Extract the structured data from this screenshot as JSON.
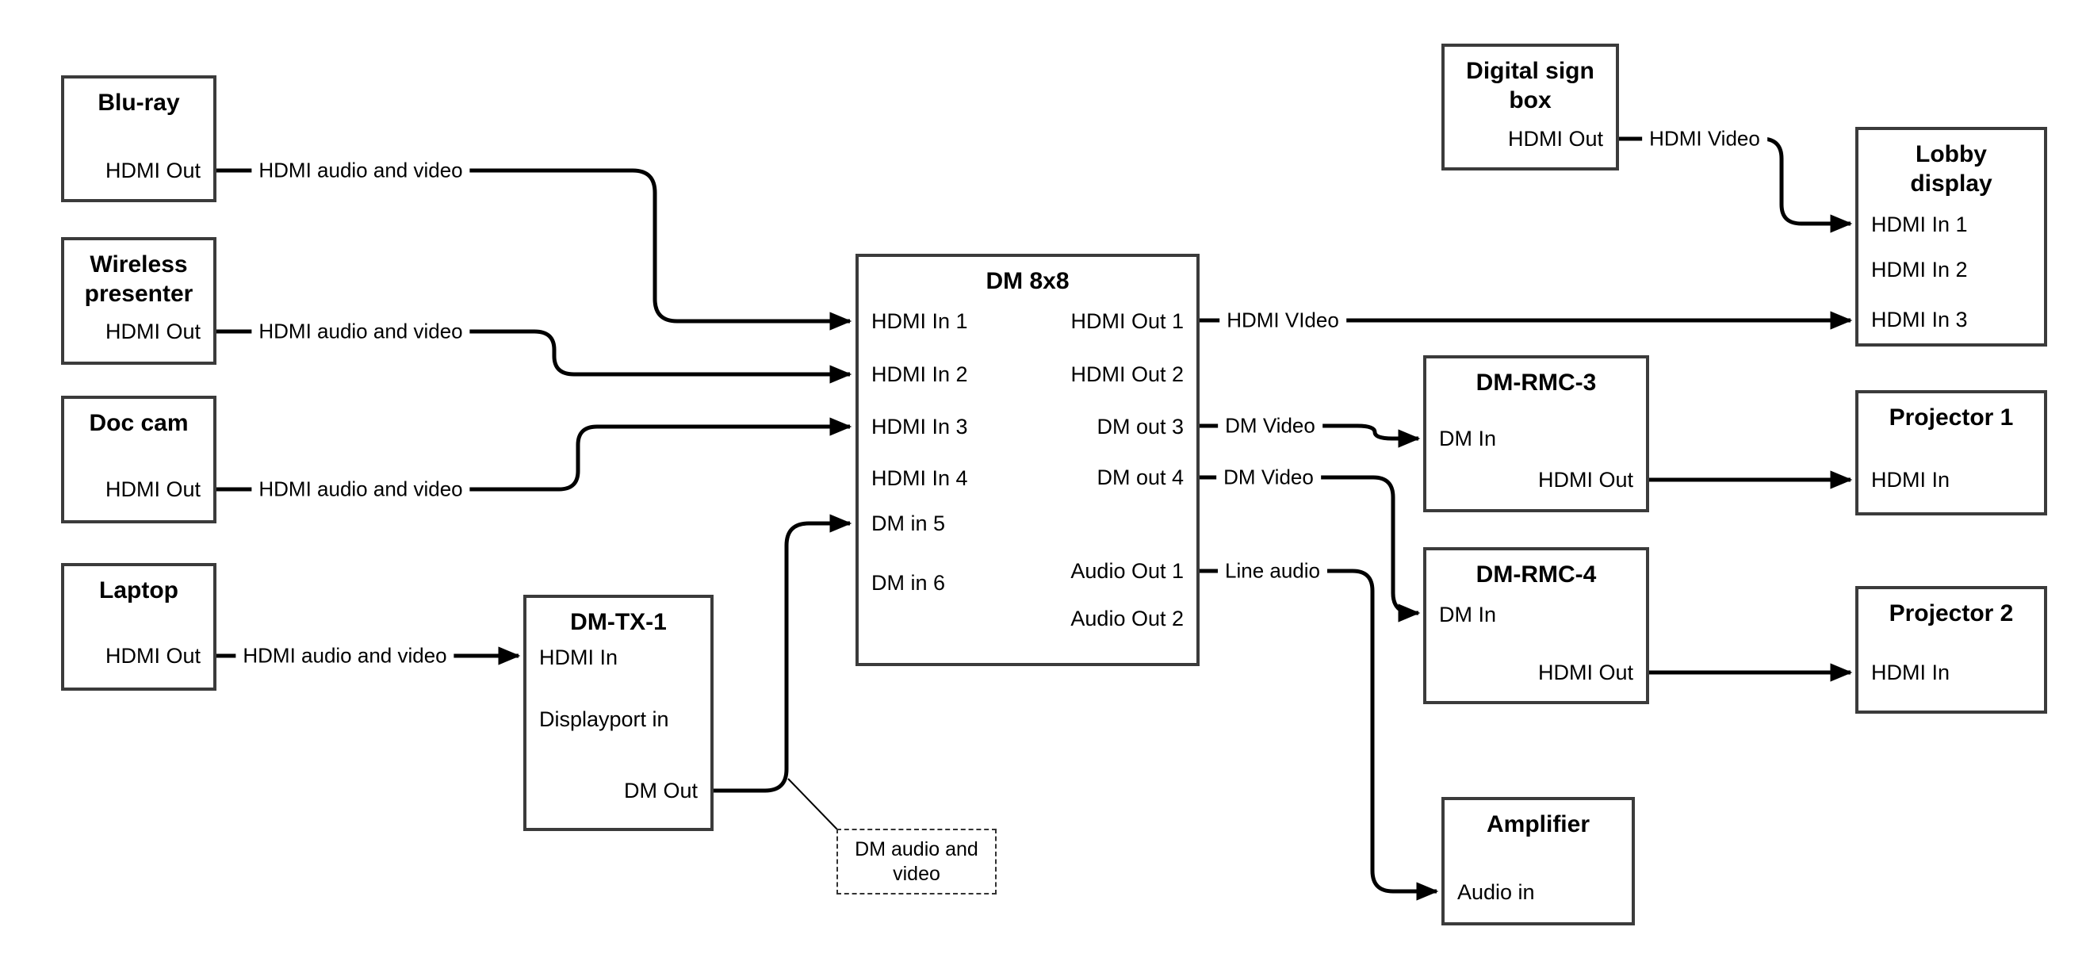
{
  "colors": {
    "background": "#ffffff",
    "wire": "#000000",
    "box_border": "#3b3b3b",
    "text": "#000000"
  },
  "nodes": {
    "bluray": {
      "title": "Blu-ray",
      "ports": {
        "hdmi_out": "HDMI Out"
      }
    },
    "wireless_presenter": {
      "title": "Wireless\npresenter",
      "ports": {
        "hdmi_out": "HDMI Out"
      }
    },
    "doc_cam": {
      "title": "Doc cam",
      "ports": {
        "hdmi_out": "HDMI Out"
      }
    },
    "laptop": {
      "title": "Laptop",
      "ports": {
        "hdmi_out": "HDMI Out"
      }
    },
    "dm_tx_1": {
      "title": "DM-TX-1",
      "ports": {
        "hdmi_in": "HDMI In",
        "displayport_in": "Displayport in",
        "dm_out": "DM Out"
      }
    },
    "dm_8x8": {
      "title": "DM 8x8",
      "ports_left": [
        "HDMI In 1",
        "HDMI In 2",
        "HDMI In 3",
        "HDMI In 4",
        "DM in 5",
        "DM in 6"
      ],
      "ports_right": [
        "HDMI Out 1",
        "HDMI Out 2",
        "DM out 3",
        "DM out 4",
        "Audio Out 1",
        "Audio Out 2"
      ]
    },
    "digital_sign_box": {
      "title": "Digital sign\nbox",
      "ports": {
        "hdmi_out": "HDMI Out"
      }
    },
    "lobby_display": {
      "title": "Lobby\ndisplay",
      "ports_left": [
        "HDMI In 1",
        "HDMI In 2",
        "HDMI In 3"
      ]
    },
    "dm_rmc_3": {
      "title": "DM-RMC-3",
      "ports": {
        "dm_in": "DM In",
        "hdmi_out": "HDMI Out"
      }
    },
    "dm_rmc_4": {
      "title": "DM-RMC-4",
      "ports": {
        "dm_in": "DM In",
        "hdmi_out": "HDMI Out"
      }
    },
    "projector_1": {
      "title": "Projector 1",
      "ports": {
        "hdmi_in": "HDMI In"
      }
    },
    "projector_2": {
      "title": "Projector 2",
      "ports": {
        "hdmi_in": "HDMI In"
      }
    },
    "amplifier": {
      "title": "Amplifier",
      "ports": {
        "audio_in": "Audio in"
      }
    }
  },
  "wire_labels": {
    "bluray_to_dm8x8": "HDMI audio and video",
    "wireless_to_dm8x8": "HDMI audio and video",
    "doccam_to_dm8x8": "HDMI audio and video",
    "laptop_to_dmtx1": "HDMI audio and video",
    "hdmiout1_to_lobby": "HDMI VIdeo",
    "sign_to_lobby": "HDMI Video",
    "dmout3_to_rmc3": "DM Video",
    "dmout4_to_rmc4": "DM Video",
    "audioout1_to_amp": "Line audio"
  },
  "callout": {
    "text": "DM audio and\nvideo"
  }
}
